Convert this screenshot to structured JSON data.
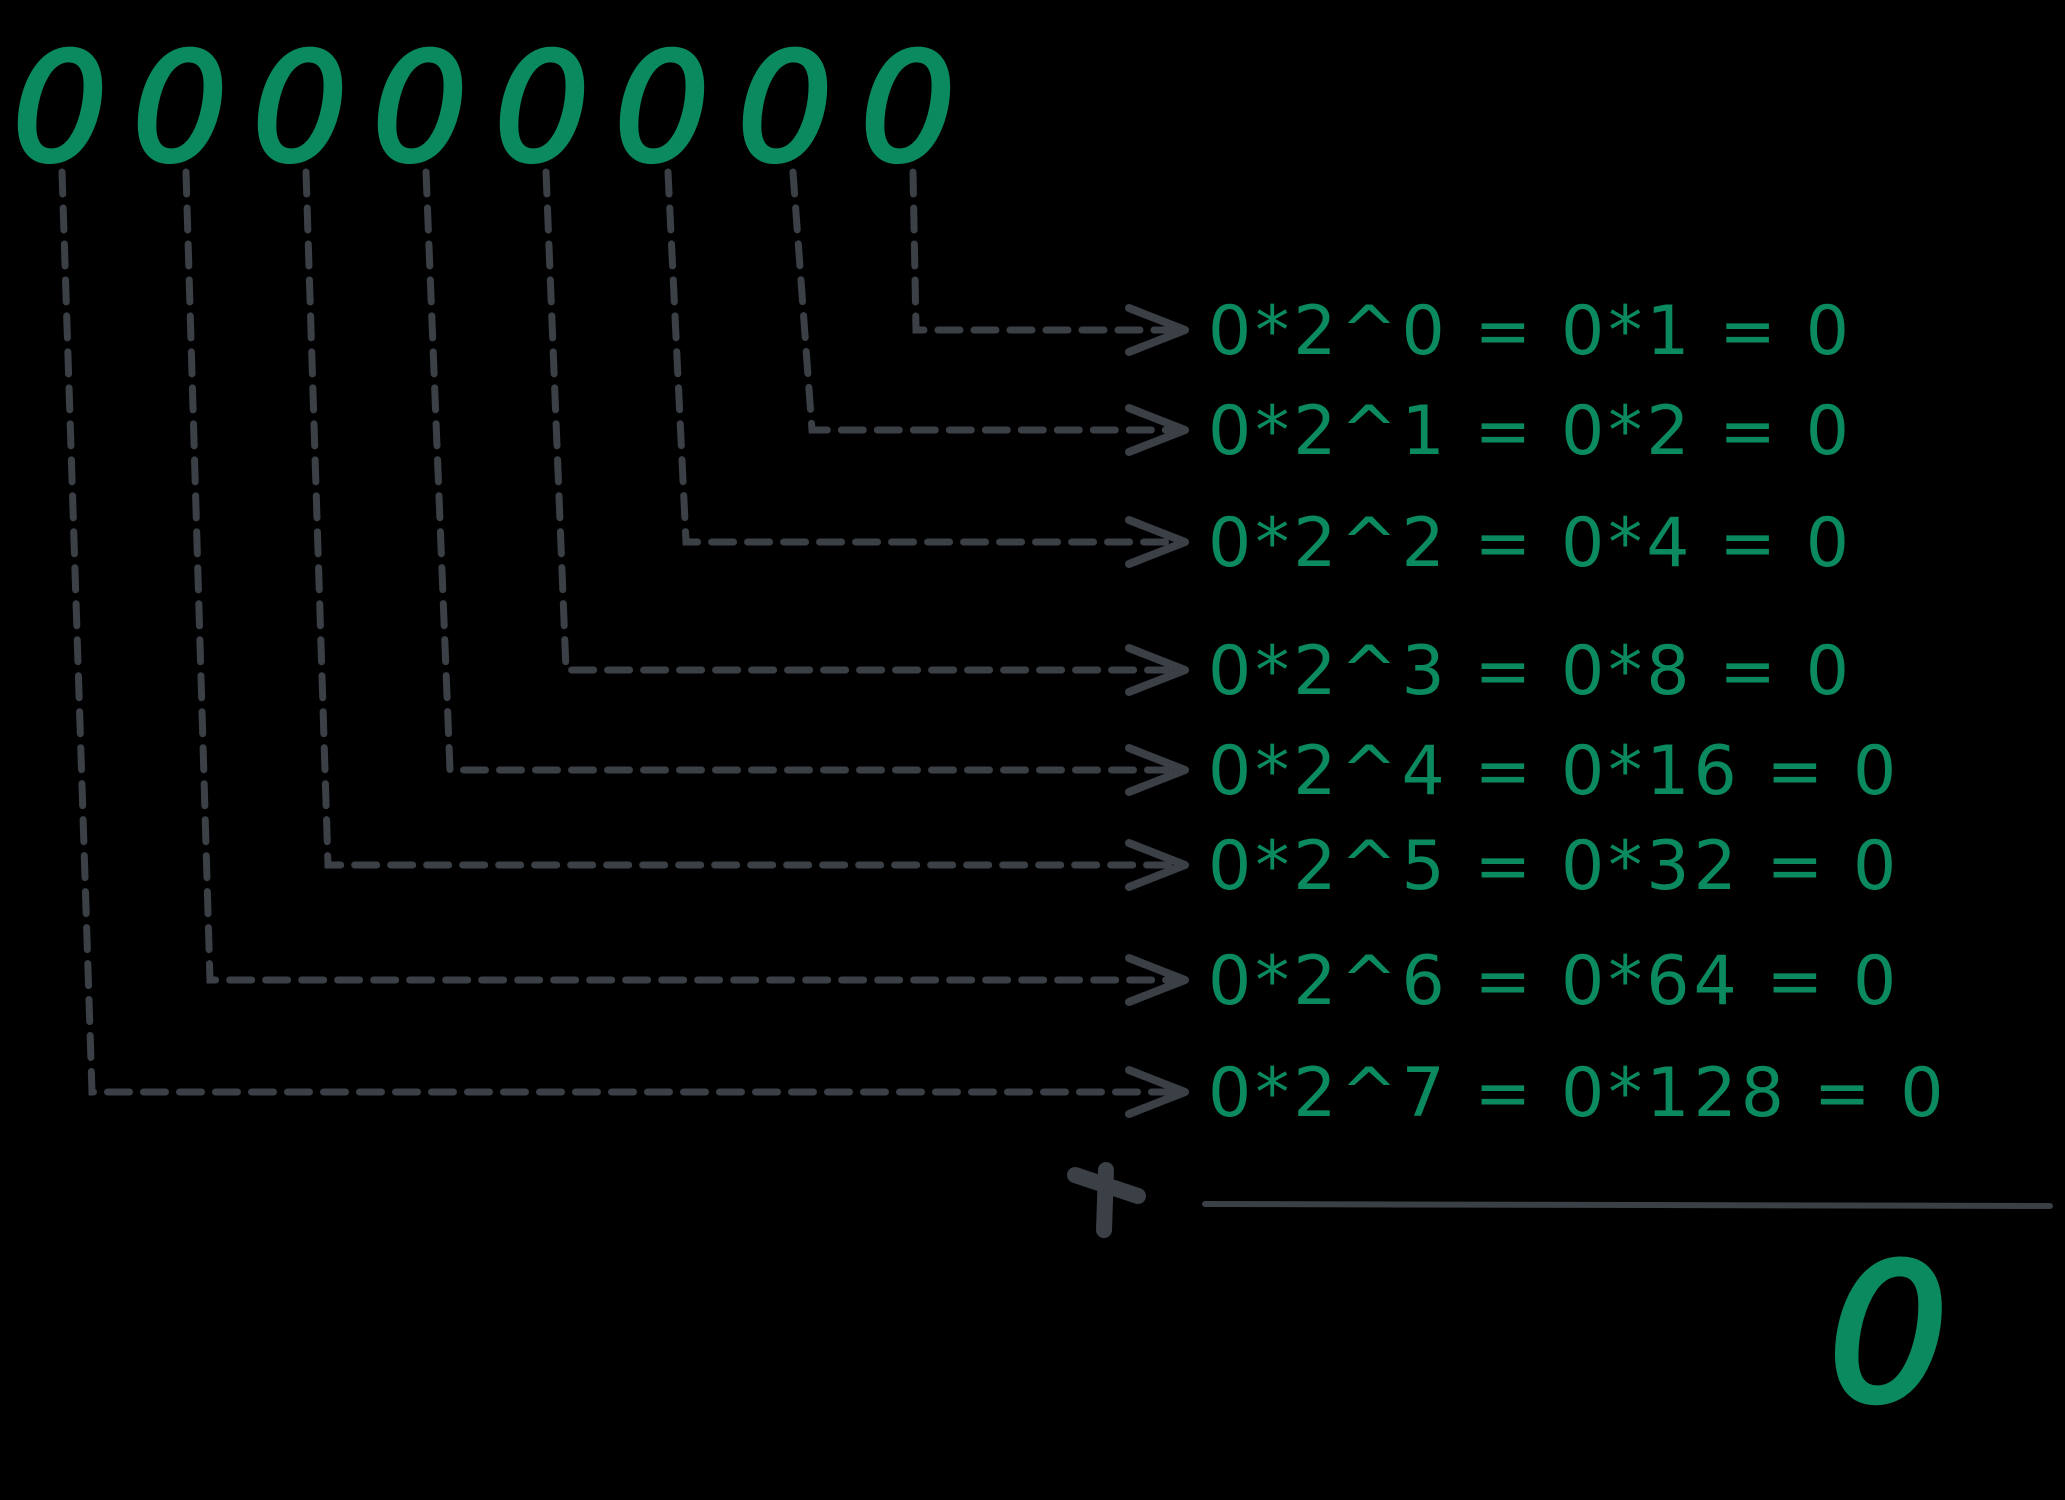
{
  "bits": [
    "0",
    "0",
    "0",
    "0",
    "0",
    "0",
    "0",
    "0"
  ],
  "equations": [
    "0*2^0 = 0*1 = 0",
    "0*2^1 = 0*2 = 0",
    "0*2^2 = 0*4 = 0",
    "0*2^3 = 0*8 = 0",
    "0*2^4 = 0*16 = 0",
    "0*2^5 = 0*32 = 0",
    "0*2^6 = 0*64 = 0",
    "0*2^7 = 0*128 = 0"
  ],
  "operator": "+",
  "result": "0",
  "colors": {
    "digits": "#0b8a5f",
    "connectors": "#3b3f46",
    "background": "#000000"
  }
}
